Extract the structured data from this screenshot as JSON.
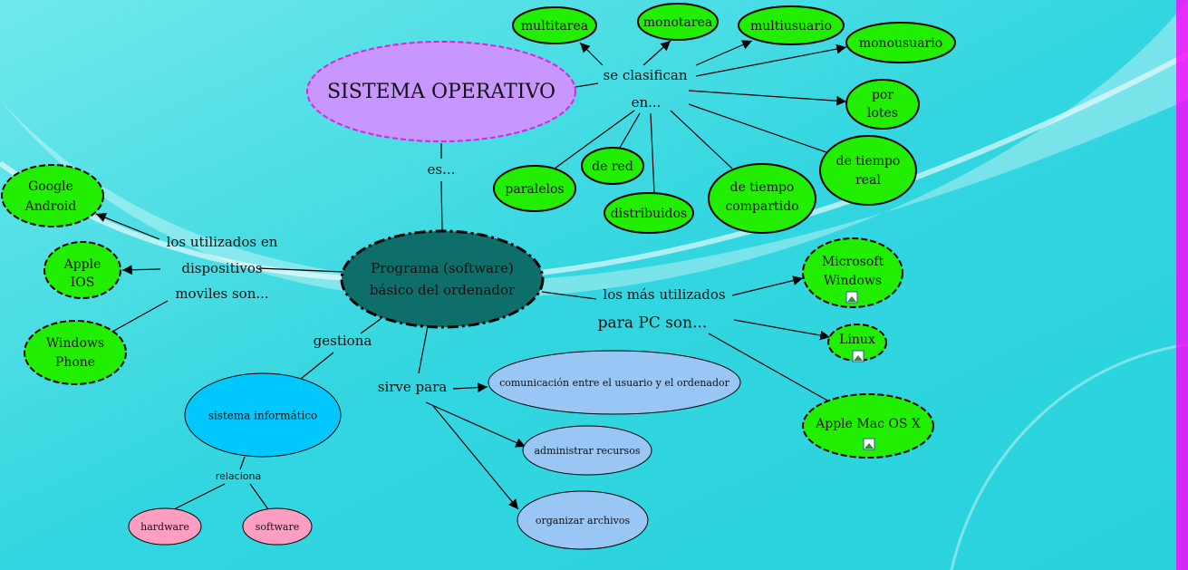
{
  "nodes": {
    "so": "SISTEMA OPERATIVO",
    "multitarea": "multitarea",
    "monotarea": "monotarea",
    "multiusuario": "multiusuario",
    "monousuario": "monousuario",
    "por_lotes": [
      "por",
      "lotes"
    ],
    "tiempo_real": [
      "de tiempo",
      "real"
    ],
    "tiempo_compartido": [
      "de tiempo",
      "compartido"
    ],
    "distribuidos": "distribuidos",
    "de_red": "de red",
    "paralelos": "paralelos",
    "google_android": [
      "Google",
      "Android"
    ],
    "apple_ios": [
      "Apple",
      "IOS"
    ],
    "windows_phone": [
      "Windows",
      "Phone"
    ],
    "programa": [
      "Programa (software)",
      "básico del ordenador"
    ],
    "ms_windows": [
      "Microsoft",
      "Windows"
    ],
    "linux": "Linux",
    "mac": "Apple Mac OS X",
    "sistema_informatico": "sistema informático",
    "comunicacion": "comunicación entre el usuario y el ordenador",
    "administrar": "administrar recursos",
    "organizar": "organizar archivos",
    "hardware": "hardware",
    "software": "software"
  },
  "links": {
    "se_clasifican": "se clasifican",
    "en": "en...",
    "es": "es...",
    "moviles": [
      "los utilizados en",
      "dispositivos",
      "moviles son..."
    ],
    "gestiona": "gestiona",
    "sirve_para": "sirve para",
    "pc": [
      "los más utilizados",
      "para PC son..."
    ],
    "relaciona": "relaciona"
  },
  "colors": {
    "green": "#22ee00",
    "lilac": "#c896ff",
    "teal": "#0e6e6a",
    "cyan": "#00c8ff",
    "lightblue": "#99c6f5",
    "pink": "#ff9ec0"
  }
}
